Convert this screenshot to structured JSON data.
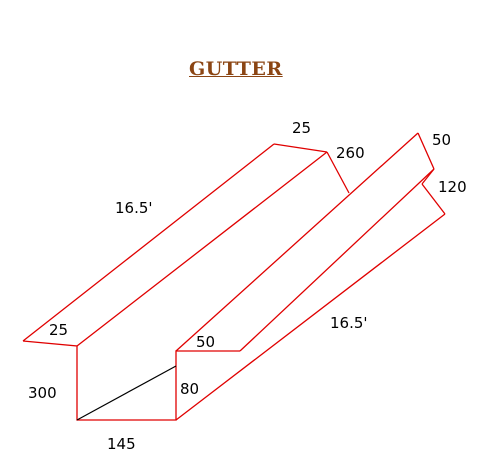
{
  "title": "GUTTER",
  "colors": {
    "title": "#8B4513",
    "outline": "#e00000",
    "diagonal": "#000000"
  },
  "dimensions": {
    "top_left_lip": "25",
    "top_right_lip": "25",
    "back_slope": "260",
    "front_top": "50",
    "front_side": "120",
    "left_length": "16.5'",
    "right_length": "16.5'",
    "bottom_lip": "50",
    "back_height": "300",
    "front_height": "80",
    "bottom_width": "145"
  }
}
